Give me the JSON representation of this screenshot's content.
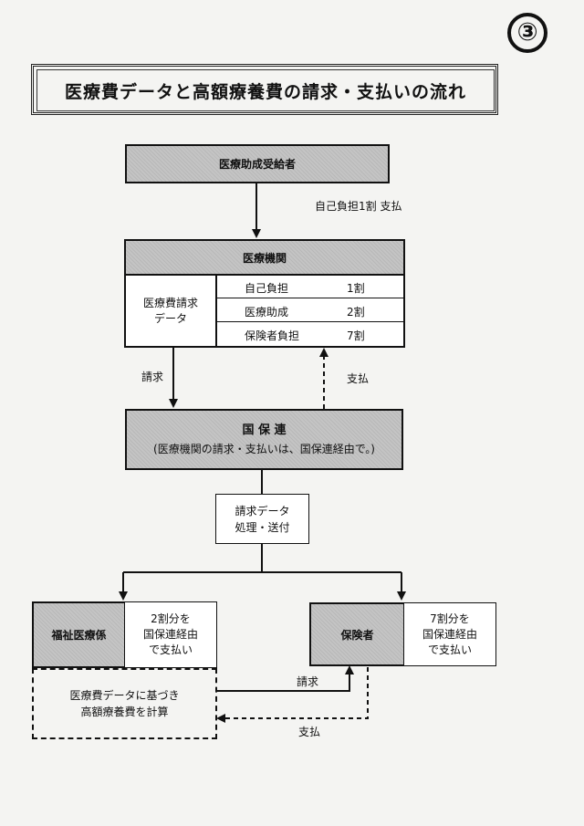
{
  "page_number": "③",
  "title": "医療費データと高額療養費の請求・支払いの流れ",
  "recipient": "医療助成受給者",
  "recipient_payment_label": "自己負担1割 支払",
  "medical_institution": {
    "header": "医療機関",
    "left_label": [
      "医療費請求",
      "データ"
    ],
    "rows": [
      {
        "item": "自己負担",
        "ratio": "1割"
      },
      {
        "item": "医療助成",
        "ratio": "2割"
      },
      {
        "item": "保険者負担",
        "ratio": "7割"
      }
    ]
  },
  "claim_label": "請求",
  "payment_label": "支払",
  "kokuho": {
    "name": "国 保 連",
    "note": "(医療機関の請求・支払いは、国保連経由で。)"
  },
  "processing": [
    "請求データ",
    "処理・送付"
  ],
  "welfare": {
    "name": "福祉医療係",
    "side_note": [
      "2割分を",
      "国保連経由",
      "で支払い"
    ]
  },
  "insurer": {
    "name": "保険者",
    "side_note": [
      "7割分を",
      "国保連経由",
      "で支払い"
    ]
  },
  "calc_box": [
    "医療費データに基づき",
    "高額療養費を計算"
  ],
  "bottom_claim_label": "請求",
  "bottom_payment_label": "支払"
}
